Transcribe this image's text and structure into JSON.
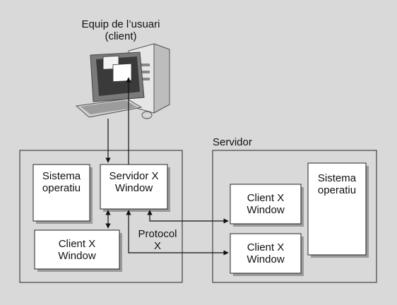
{
  "client_computer": {
    "title": "Equip de l’usuari\n(client)"
  },
  "client_host": {
    "os_box": "Sistema\noperatiu",
    "x_server_box": "Servidor X\nWindow",
    "local_client_box": "Client X\nWindow"
  },
  "server_host": {
    "title": "Servidor",
    "os_box": "Sistema\noperatiu",
    "remote_client_1": "Client X\nWindow",
    "remote_client_2": "Client X\nWindow"
  },
  "protocol_label": "Protocol\nX",
  "colors": {
    "background": "#d9d9d9",
    "box_fill": "#ffffff",
    "border": "#222222",
    "shadow": "#9a9a9a"
  }
}
